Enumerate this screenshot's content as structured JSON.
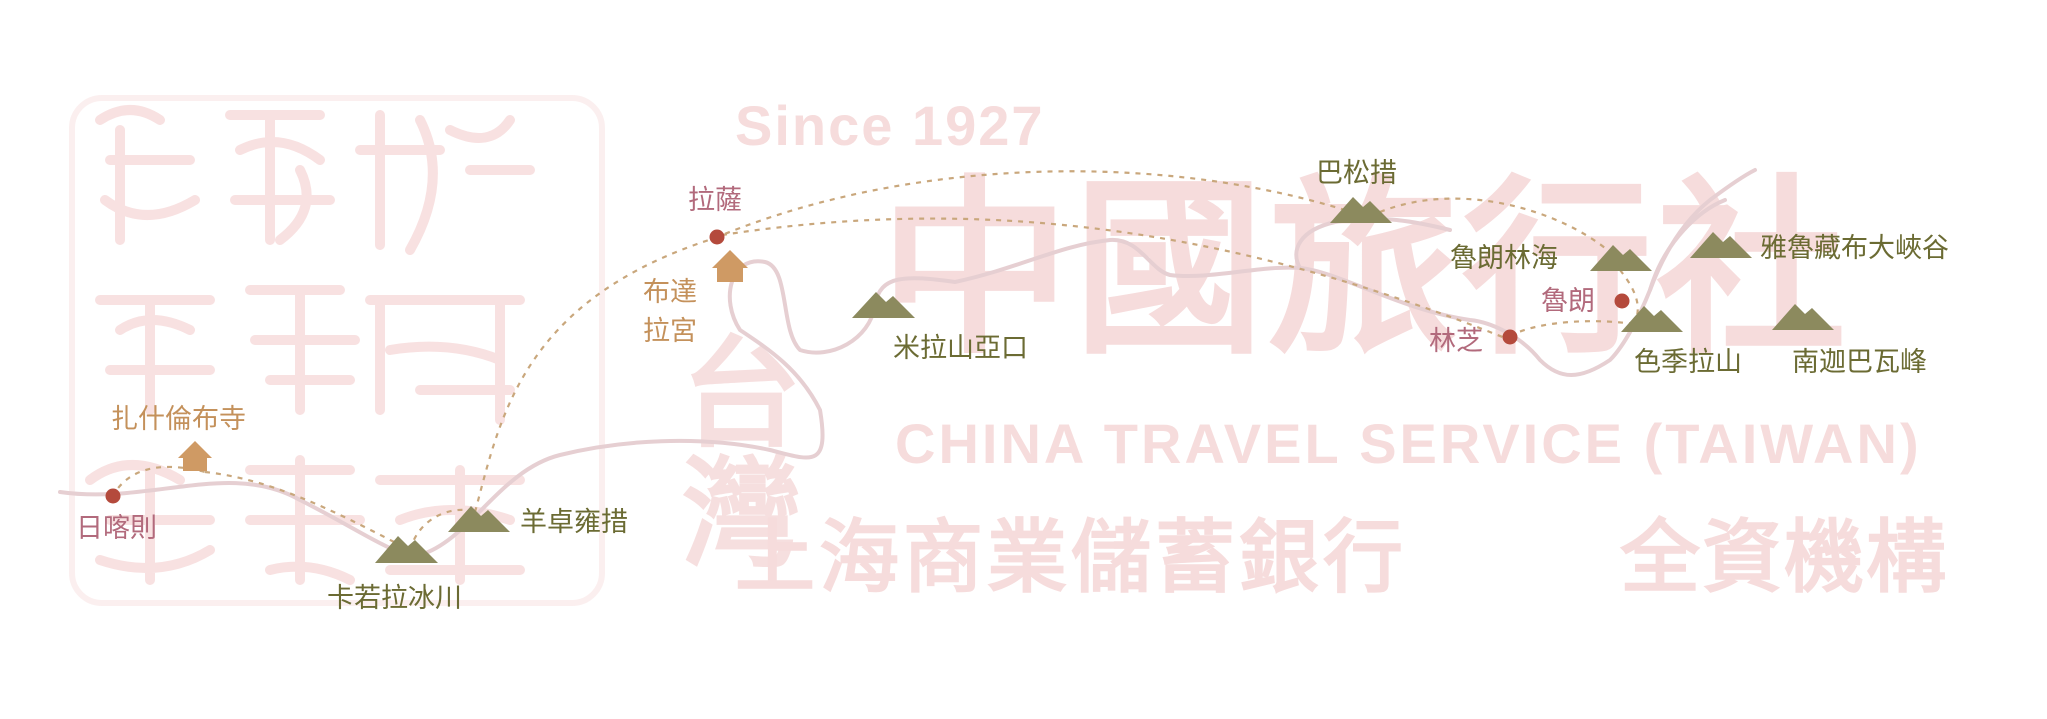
{
  "colors": {
    "city": "#b44a3c",
    "city_label": "#b26a7c",
    "temple": "#cf9a64",
    "mountain": "#8c8a5e",
    "mountain_label": "#6b6b33",
    "route": "#c9a77c",
    "road": "#e4cdd0",
    "watermark": "#f6dcdc"
  },
  "watermark": {
    "since": "Since 1927",
    "company_cn": "中國旅行社",
    "company_en": "CHINA TRAVEL SERVICE (TAIWAN)",
    "bank": "上海商業儲蓄銀行",
    "owned": "全資機構",
    "taiwan_partial": "台灣"
  },
  "places": {
    "rikaze": {
      "label": "日喀則",
      "type": "city",
      "icon": "city-dot"
    },
    "zhashilunbu": {
      "label": "扎什倫布寺",
      "type": "temple",
      "icon": "temple-icon"
    },
    "karuola": {
      "label": "卡若拉冰川",
      "type": "mountain",
      "icon": "mountain-icon"
    },
    "yangzhuoyong": {
      "label": "羊卓雍措",
      "type": "mountain",
      "icon": "mountain-icon"
    },
    "lasa": {
      "label": "拉薩",
      "type": "city",
      "icon": "city-dot"
    },
    "budala_line1": {
      "label": "布達",
      "type": "temple",
      "icon": "temple-icon"
    },
    "budala_line2": {
      "label": "拉宮",
      "type": "temple"
    },
    "milashan": {
      "label": "米拉山亞口",
      "type": "mountain",
      "icon": "mountain-icon"
    },
    "basongcuo": {
      "label": "巴松措",
      "type": "mountain",
      "icon": "mountain-icon"
    },
    "linzhi": {
      "label": "林芝",
      "type": "city",
      "icon": "city-dot"
    },
    "lulanglinhai": {
      "label": "魯朗林海",
      "type": "mountain",
      "icon": "mountain-icon"
    },
    "lulang": {
      "label": "魯朗",
      "type": "city",
      "icon": "city-dot"
    },
    "sejila": {
      "label": "色季拉山",
      "type": "mountain",
      "icon": "mountain-icon"
    },
    "yaluzangbu": {
      "label": "雅魯藏布大峽谷",
      "type": "mountain",
      "icon": "mountain-icon"
    },
    "nanjiabawa": {
      "label": "南迦巴瓦峰",
      "type": "mountain",
      "icon": "mountain-icon"
    }
  }
}
